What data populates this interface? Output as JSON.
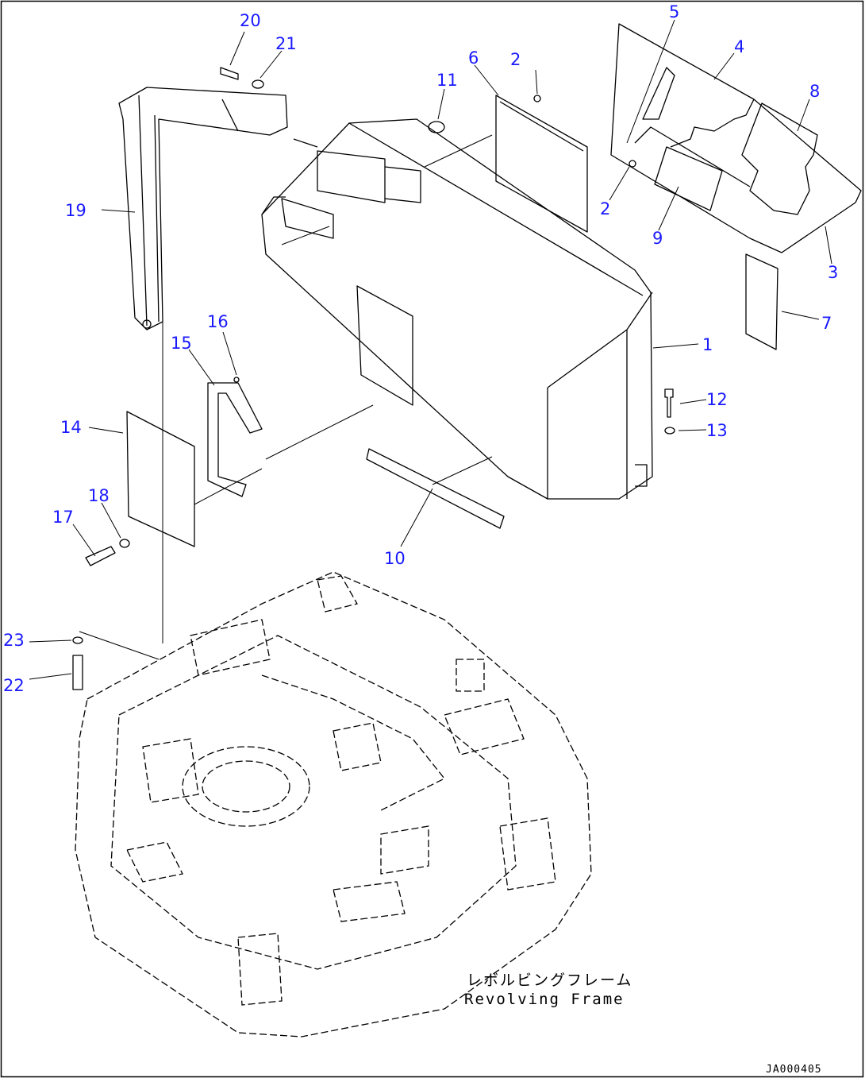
{
  "callouts": [
    {
      "n": "1"
    },
    {
      "n": "2"
    },
    {
      "n": "2"
    },
    {
      "n": "3"
    },
    {
      "n": "4"
    },
    {
      "n": "5"
    },
    {
      "n": "6"
    },
    {
      "n": "7"
    },
    {
      "n": "8"
    },
    {
      "n": "9"
    },
    {
      "n": "10"
    },
    {
      "n": "11"
    },
    {
      "n": "12"
    },
    {
      "n": "13"
    },
    {
      "n": "14"
    },
    {
      "n": "15"
    },
    {
      "n": "16"
    },
    {
      "n": "17"
    },
    {
      "n": "18"
    },
    {
      "n": "19"
    },
    {
      "n": "20"
    },
    {
      "n": "21"
    },
    {
      "n": "22"
    },
    {
      "n": "23"
    }
  ],
  "caption": {
    "jp": "レボルビングフレーム",
    "en": "Revolving Frame"
  },
  "drawing_code": "JA000405",
  "colors": {
    "callout": "#1a1aff",
    "line": "#000000",
    "background": "#ffffff"
  }
}
